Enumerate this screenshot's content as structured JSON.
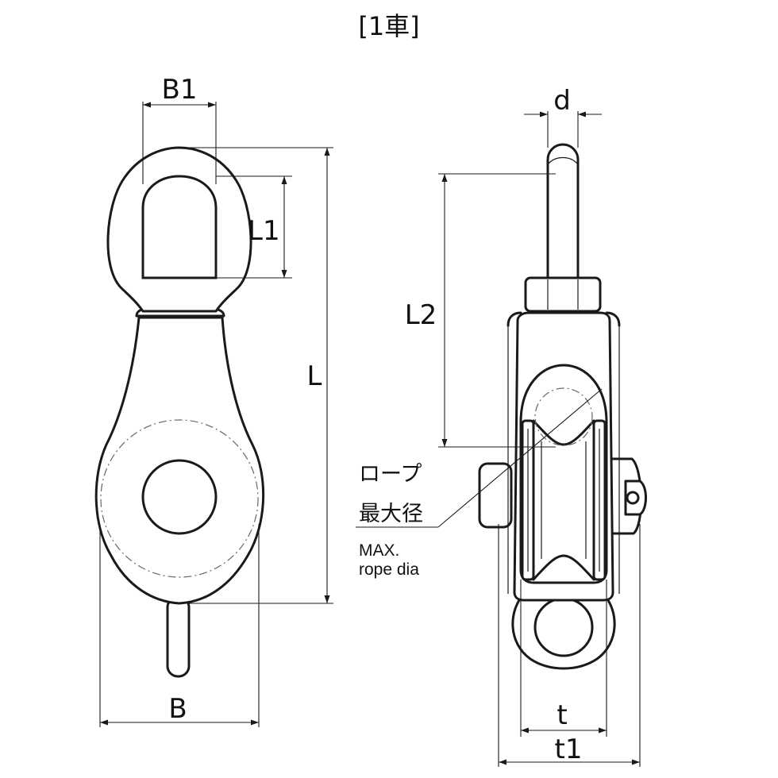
{
  "title": "[1車]",
  "dimensions": {
    "B1": "B1",
    "L1": "L1",
    "L": "L",
    "B": "B",
    "d": "d",
    "L2": "L2",
    "t": "t",
    "t1": "t1"
  },
  "note": {
    "jp_line1": "ロープ",
    "jp_line2": "最大径",
    "en_line1": "MAX.",
    "en_line2": "rope dia"
  }
}
